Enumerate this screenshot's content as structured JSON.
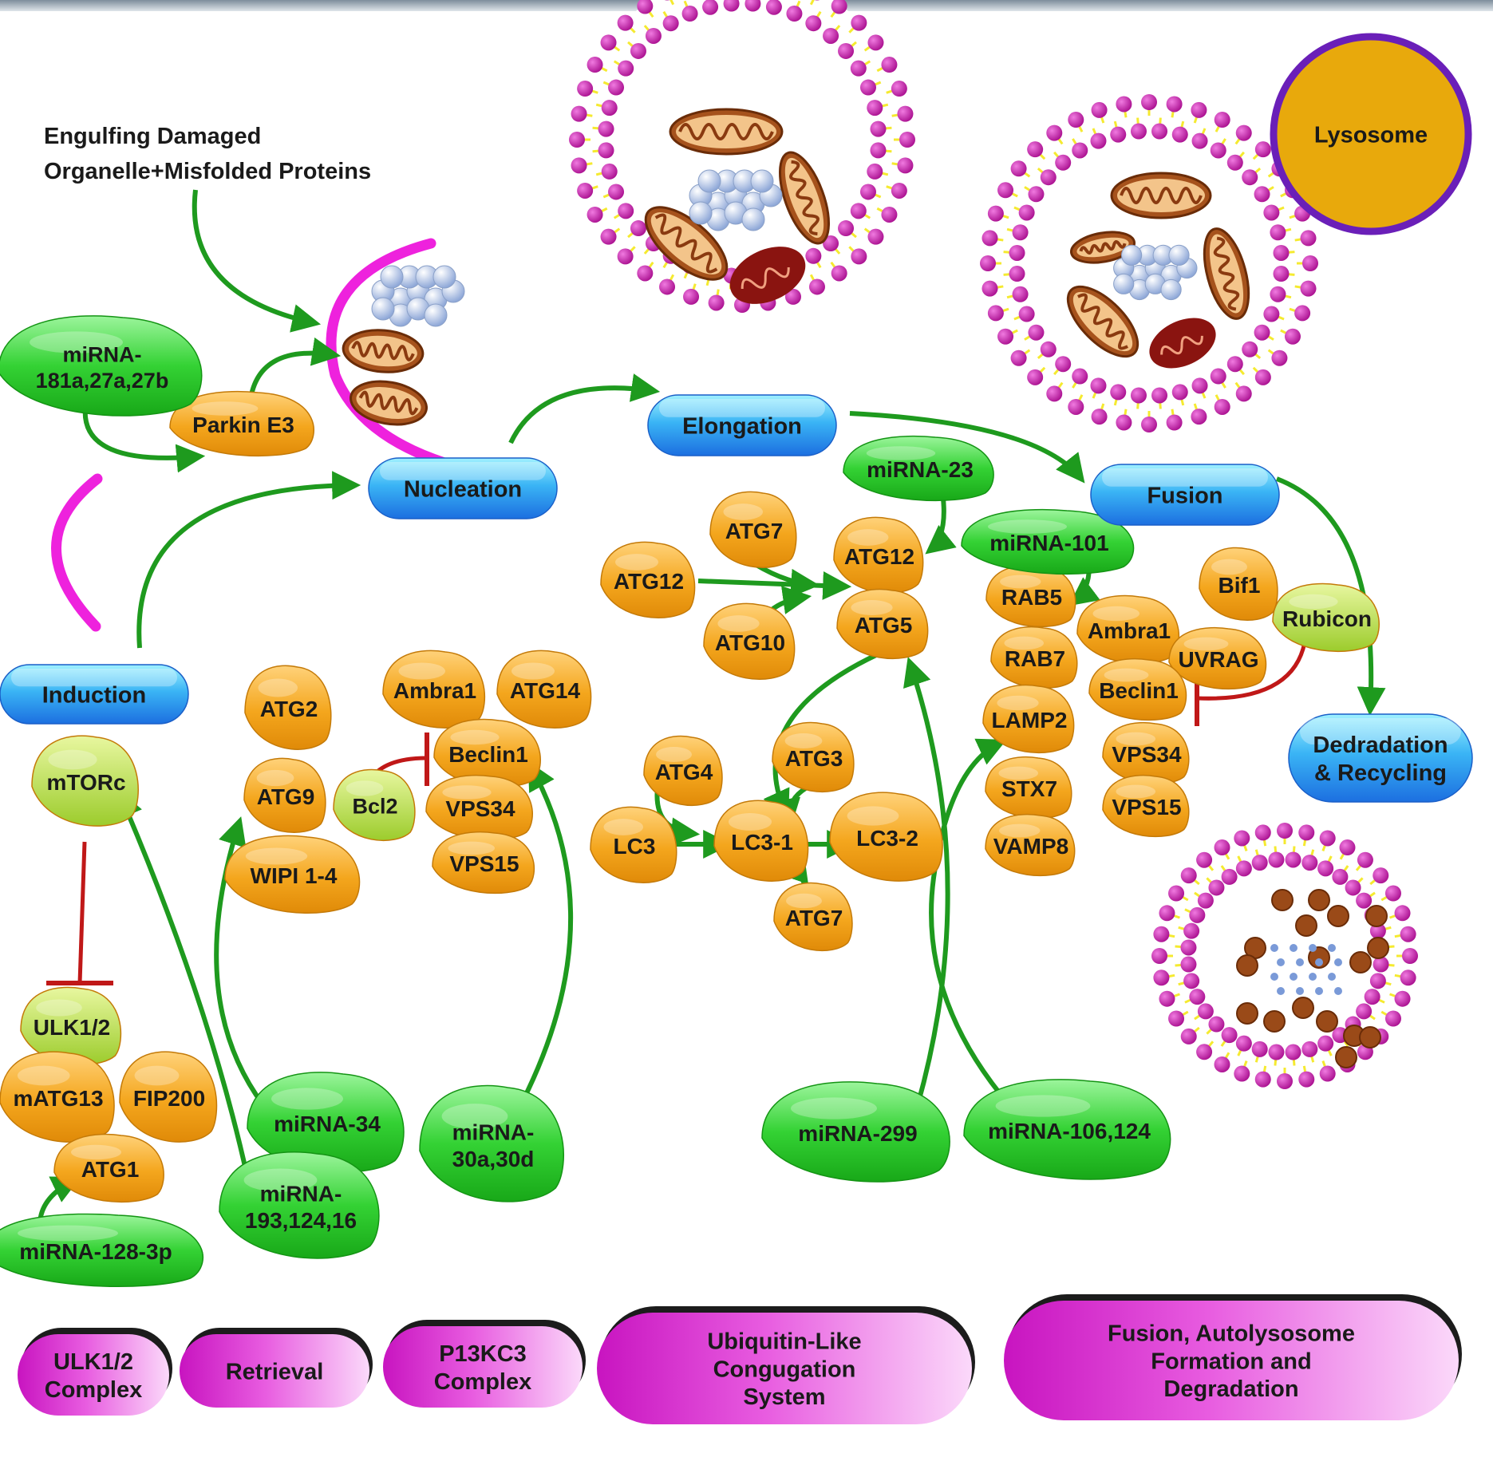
{
  "annotations": {
    "engulf_line1": "Engulfing Damaged",
    "engulf_line2": "Organelle+Misfolded Proteins",
    "lysosome": "Lysosome"
  },
  "stages": [
    {
      "id": "induction",
      "label": "Induction"
    },
    {
      "id": "nucleation",
      "label": "Nucleation"
    },
    {
      "id": "elongation",
      "label": "Elongation"
    },
    {
      "id": "fusion",
      "label": "Fusion"
    },
    {
      "id": "degradation",
      "label": "Dedradation\n& Recycling"
    }
  ],
  "proteins": {
    "parkin": "Parkin E3",
    "mtorc": "mTORc",
    "ulk12": "ULK1/2",
    "matg13": "mATG13",
    "fip200": "FIP200",
    "atg1": "ATG1",
    "atg2": "ATG2",
    "atg9": "ATG9",
    "wipi": "WIPI 1-4",
    "ambra1_a": "Ambra1",
    "atg14": "ATG14",
    "beclin1_a": "Beclin1",
    "bcl2": "Bcl2",
    "vps34_a": "VPS34",
    "vps15_a": "VPS15",
    "atg7_a": "ATG7",
    "atg12_a": "ATG12",
    "atg10": "ATG10",
    "atg12_b": "ATG12",
    "atg5": "ATG5",
    "atg4": "ATG4",
    "lc3": "LC3",
    "lc31": "LC3-1",
    "atg3": "ATG3",
    "lc32": "LC3-2",
    "atg7_b": "ATG7",
    "rab5": "RAB5",
    "rab7": "RAB7",
    "lamp2": "LAMP2",
    "stx7": "STX7",
    "vamp8": "VAMP8",
    "ambra1_b": "Ambra1",
    "bif1": "Bif1",
    "rubicon": "Rubicon",
    "uvrag": "UVRAG",
    "beclin1_b": "Beclin1",
    "vps34_b": "VPS34",
    "vps15_b": "VPS15"
  },
  "mirnas": {
    "m181": "miRNA-\n181a,27a,27b",
    "m34": "miRNA-34",
    "m193": "miRNA-\n193,124,16",
    "m128": "miRNA-128-3p",
    "m30": "miRNA-\n30a,30d",
    "m23": "miRNA-23",
    "m101": "miRNA-101",
    "m299": "miRNA-299",
    "m106": "miRNA-106,124"
  },
  "categories": [
    {
      "id": "ulk",
      "label": "ULK1/2\nComplex"
    },
    {
      "id": "retrieval",
      "label": "Retrieval"
    },
    {
      "id": "pi3kc3",
      "label": "P13KC3\nComplex"
    },
    {
      "id": "ubiquitin",
      "label": "Ubiquitin-Like\nCongugation\nSystem"
    },
    {
      "id": "fusionform",
      "label": "Fusion, Autolysosome\nFormation and\nDegradation"
    }
  ],
  "colors": {
    "protein": "#f4a61d",
    "mirna": "#34d234",
    "stage": "#2a9bf0",
    "membrane_head": "#cc22aa",
    "lipid_tail": "#f5ea30",
    "activation": "#1e9a1e",
    "inhibition": "#c01818",
    "category": "#d62ac9",
    "lysosome_fill": "#e8a90c",
    "lysosome_ring": "#6a1fb8",
    "phagophore": "#ee22dd"
  }
}
